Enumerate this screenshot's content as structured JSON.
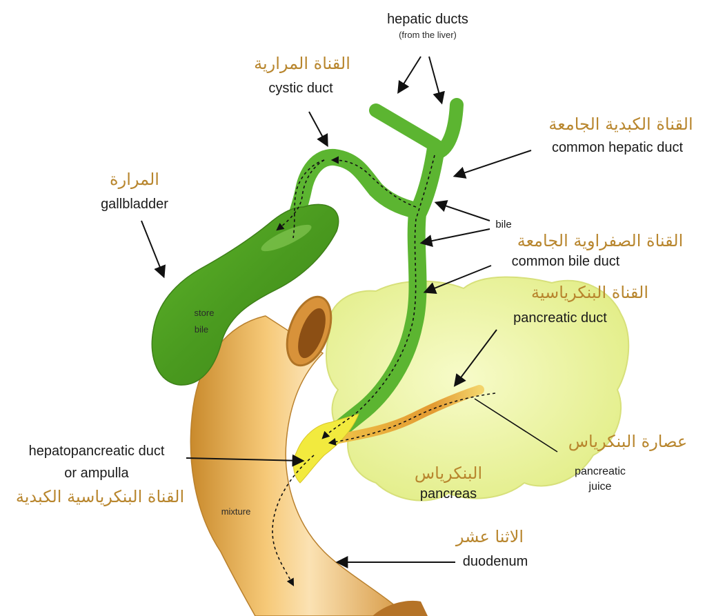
{
  "labels": {
    "hepatic_ducts": "hepatic ducts",
    "hepatic_ducts_note": "(from the liver)",
    "cystic_duct_ar": "القناة المرارية",
    "cystic_duct": "cystic duct",
    "common_hepatic_duct_ar": "القناة الكبدية الجامعة",
    "common_hepatic_duct": "common hepatic duct",
    "gallbladder_ar": "المرارة",
    "gallbladder": "gallbladder",
    "bile": "bile",
    "common_bile_duct_ar": "القناة الصفراوية الجامعة",
    "common_bile_duct": "common bile duct",
    "pancreatic_duct_ar": "القناة البنكرياسية",
    "pancreatic_duct": "pancreatic duct",
    "store_bile_1": "store",
    "store_bile_2": "bile",
    "hepatopancreatic_duct_1": "hepatopancreatic duct",
    "hepatopancreatic_duct_2": "or ampulla",
    "hepatopancreatic_duct_ar": "القناة البنكرياسية الكبدية",
    "pancreatic_juice_ar": "عصارة البنكرياس",
    "pancreatic_juice_1": "pancreatic",
    "pancreatic_juice_2": "juice",
    "pancreas_ar": "البنكرياس",
    "pancreas": "pancreas",
    "mixture": "mixture",
    "duodenum_ar": "الاثنا عشر",
    "duodenum": "duodenum"
  },
  "colors": {
    "bile_duct_green": "#5cb531",
    "gallbladder_green": "#4f9e24",
    "pancreas_yellow": "#eef5a6",
    "duodenum_orange": "#eab55c",
    "ampulla_yellow": "#f2ea3e",
    "arabic_label": "#b8862e"
  }
}
